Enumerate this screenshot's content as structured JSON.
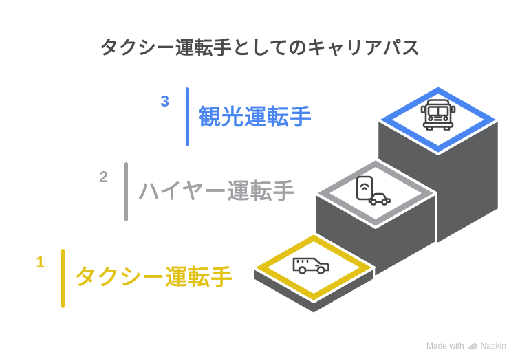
{
  "title": "タクシー運転手としてのキャリアパス",
  "colors": {
    "title_text": "#4a4a4a",
    "blue": "#4a86f2",
    "gray": "#a0a1a4",
    "yellow": "#e2c217",
    "wall": "#5d5e60",
    "icon_stroke": "#424242",
    "platform_fill": "#ffffff",
    "watermark": "#bdbfc4",
    "background": "#ffffff"
  },
  "steps": [
    {
      "number": "1",
      "label": "タクシー運転手",
      "color_key": "yellow",
      "icon": "taxi-icon"
    },
    {
      "number": "2",
      "label": "ハイヤー運転手",
      "color_key": "gray",
      "icon": "ride-hail-icon"
    },
    {
      "number": "3",
      "label": "観光運転手",
      "color_key": "blue",
      "icon": "bus-icon"
    }
  ],
  "watermark": {
    "prefix": "Made with",
    "brand": "Napkin"
  }
}
